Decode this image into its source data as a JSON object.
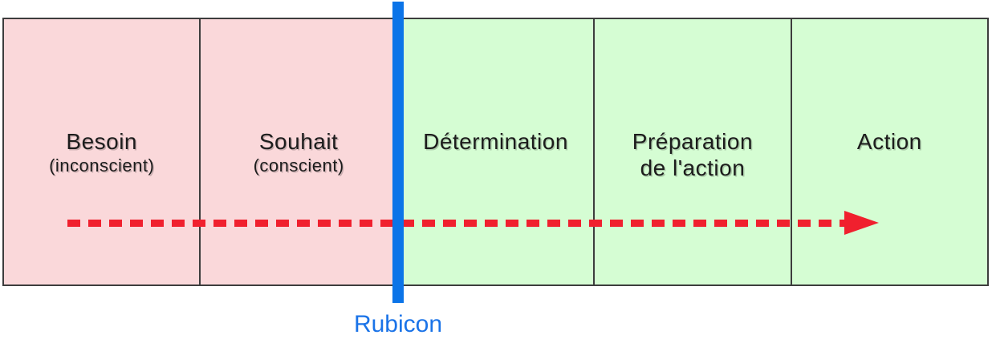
{
  "diagram": {
    "caption": "Rubicon",
    "phases": [
      {
        "line1": "Besoin",
        "line2": "(inconscient)",
        "zone": "pre-decision"
      },
      {
        "line1": "Souhait",
        "line2": "(conscient)",
        "zone": "pre-decision"
      },
      {
        "line1": "Détermination",
        "line2": "",
        "zone": "post-decision"
      },
      {
        "line1": "Préparation",
        "line2": "de l'action",
        "zone": "post-decision"
      },
      {
        "line1": "Action",
        "line2": "",
        "zone": "post-decision"
      }
    ],
    "colors": {
      "pre_decision_zone": "#fad8da",
      "post_decision_zone": "#d5fdd3",
      "rubicon_bar": "#0b74e8",
      "rubicon_label": "#1a73e8",
      "arrow": "#f0202e",
      "border": "#3d3d3d",
      "text": "#1c1c1c"
    }
  }
}
